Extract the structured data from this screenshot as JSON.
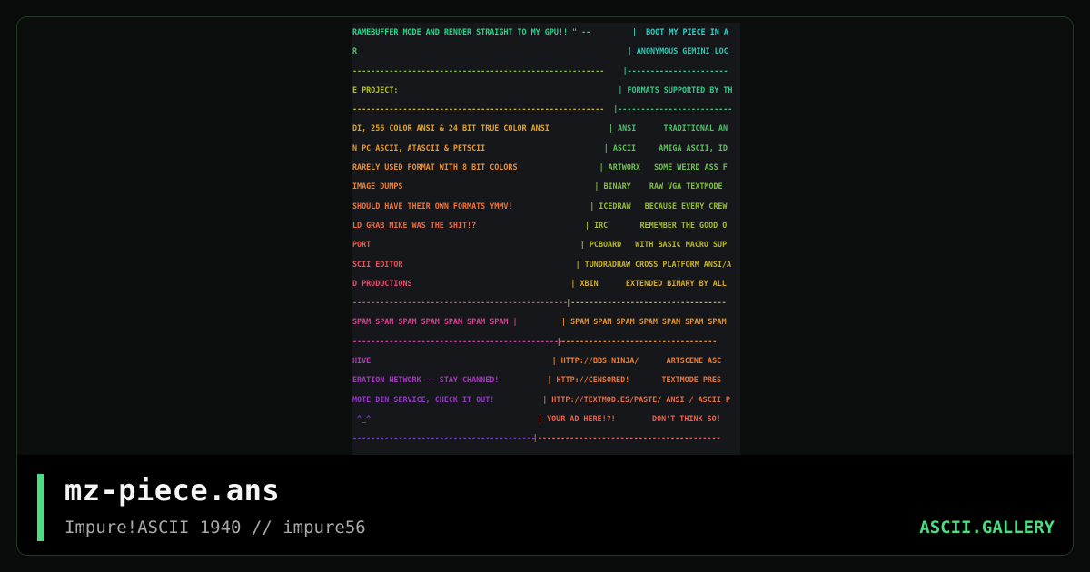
{
  "card": {
    "title": "mz-piece.ans",
    "subtitle": "Impure!ASCII 1940 // impure56",
    "brand": "ASCII.GALLERY"
  },
  "art": {
    "left_lines": [
      {
        "text": "RAMEBUFFER MODE AND RENDER STRAIGHT TO MY GPU!!!\" --",
        "color": "#2bd48a"
      },
      {
        "text": "R",
        "color": "#49c46a"
      },
      {
        "text": "-------------------------------------------------------",
        "color": "#8bbf2e"
      },
      {
        "text": "E PROJECT:",
        "color": "#b7c12a"
      },
      {
        "text": "-------------------------------------------------------",
        "color": "#cfb328"
      },
      {
        "text": "DI, 256 COLOR ANSI & 24 BIT TRUE COLOR ANSI",
        "color": "#e0a52c"
      },
      {
        "text": "N PC ASCII, ATASCII & PETSCII",
        "color": "#e59a30"
      },
      {
        "text": "RARELY USED FORMAT WITH 8 BIT COLORS",
        "color": "#e88e34"
      },
      {
        "text": "IMAGE DUMPS",
        "color": "#e98238"
      },
      {
        "text": "SHOULD HAVE THEIR OWN FORMATS YMMV!",
        "color": "#ea763e"
      },
      {
        "text": "LD GRAB MIKE WAS THE SHIT!?",
        "color": "#ea6a46"
      },
      {
        "text": "PORT",
        "color": "#ea5f50"
      },
      {
        "text": "SCII EDITOR",
        "color": "#e9565e"
      },
      {
        "text": "D PRODUCTIONS",
        "color": "#e64e6e"
      },
      {
        "text": "-----------------------------------------------",
        "color": "#e04880"
      },
      {
        "text": "SPAM SPAM SPAM SPAM SPAM SPAM SPAM |",
        "color": "#d64294"
      },
      {
        "text": "----------------------------------------------",
        "color": "#c93ea6"
      },
      {
        "text": "HIVE",
        "color": "#ba3ab6"
      },
      {
        "text": "ERATION NETWORK -- STAY CHANNED!",
        "color": "#a938c2"
      },
      {
        "text": "MOTE DIN SERVICE, CHECK IT OUT!",
        "color": "#9636cc"
      },
      {
        "text": " ^_^",
        "color": "#8434d2"
      },
      {
        "text": "----------------------------------------",
        "color": "#7432d4"
      }
    ],
    "right_lines": [
      {
        "text": "|  BOOT MY PIECE IN A",
        "color": "#2fd0c4"
      },
      {
        "text": "| ANONYMOUS GEMINI LOC",
        "color": "#2cc8b0"
      },
      {
        "text": "|----------------------",
        "color": "#36c89a"
      },
      {
        "text": "| FORMATS SUPPORTED BY TH",
        "color": "#3cc48a"
      },
      {
        "text": "|-------------------------",
        "color": "#44c27c"
      },
      {
        "text": "| ANSI      TRADITIONAL AN",
        "color": "#52c06c"
      },
      {
        "text": "| ASCII     AMIGA ASCII, ID",
        "color": "#62c05e"
      },
      {
        "text": "| ARTWORX   SOME WEIRD ASS F",
        "color": "#72bf50"
      },
      {
        "text": "| BINARY    RAW VGA TEXTMODE",
        "color": "#82be44"
      },
      {
        "text": "| ICEDRAW   BECAUSE EVERY CREW",
        "color": "#94bd3a"
      },
      {
        "text": "| IRC       REMEMBER THE GOOD O",
        "color": "#a6bb34"
      },
      {
        "text": "| PCBOARD   WITH BASIC MACRO SUP",
        "color": "#b8b82e"
      },
      {
        "text": "| TUNDRADRAW CROSS PLATFORM ANSI/A",
        "color": "#c8b22a"
      },
      {
        "text": "| XBIN      EXTENDED BINARY BY ALL",
        "color": "#d6aa28"
      },
      {
        "text": "|----------------------------------",
        "color": "#dfa02a"
      },
      {
        "text": "| SPAM SPAM SPAM SPAM SPAM SPAM SPAM",
        "color": "#e5952e"
      },
      {
        "text": "|----------------------------------",
        "color": "#e88a32"
      },
      {
        "text": "| HTTP://BBS.NINJA/      ARTSCENE ASC",
        "color": "#ea8036"
      },
      {
        "text": "| HTTP://CENSORED!       TEXTMODE PRES",
        "color": "#eb763c"
      },
      {
        "text": "| HTTP://TEXTMOD.ES/PASTE/ ANSI / ASCII P",
        "color": "#eb6c44"
      },
      {
        "text": "| YOUR AD HERE!?!        DON'T THINK SO!",
        "color": "#ea634e"
      },
      {
        "text": "|----------------------------------------",
        "color": "#e85a5a"
      }
    ]
  }
}
